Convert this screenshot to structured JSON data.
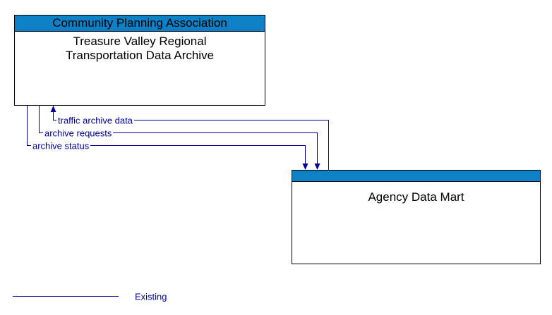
{
  "boxes": [
    {
      "header": "Community Planning Association",
      "title": "Treasure Valley Regional Transportation Data Archive"
    },
    {
      "header": "",
      "title": "Agency Data Mart"
    }
  ],
  "flows": [
    {
      "label": "traffic archive data",
      "from": "Agency Data Mart",
      "to": "Treasure Valley Regional Transportation Data Archive"
    },
    {
      "label": "archive requests",
      "from": "Treasure Valley Regional Transportation Data Archive",
      "to": "Agency Data Mart"
    },
    {
      "label": "archive status",
      "from": "Treasure Valley Regional Transportation Data Archive",
      "to": "Agency Data Mart"
    }
  ],
  "legend": {
    "label": "Existing"
  },
  "colors": {
    "box_header_blue": "#0E81C6",
    "connector_blue": "#00009B",
    "box_border": "#000000",
    "label_text": "#00009B"
  }
}
